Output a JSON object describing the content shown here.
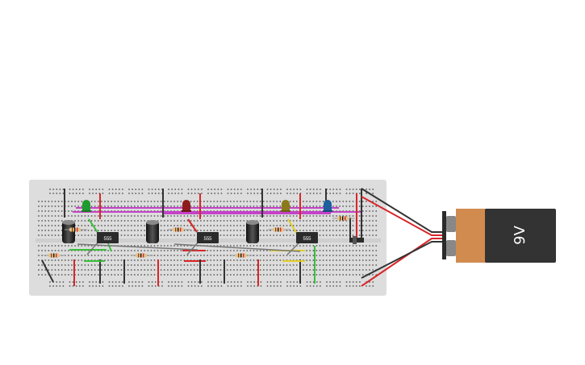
{
  "battery": {
    "label": "9V",
    "colors": {
      "cap": "#d18b4f",
      "body": "#333333",
      "terminal": "#555555"
    }
  },
  "timers": [
    {
      "label": "555"
    },
    {
      "label": "555"
    },
    {
      "label": "555"
    }
  ],
  "leds": [
    {
      "color": "#1f9a2e",
      "name": "green"
    },
    {
      "color": "#8e1c1c",
      "name": "red"
    },
    {
      "color": "#8a7a1a",
      "name": "yellow"
    },
    {
      "color": "#1e5f9e",
      "name": "blue"
    }
  ],
  "wire_colors": {
    "red": "#d8262a",
    "black": "#333333",
    "green": "#3bbf3b",
    "yellow": "#e2cf2a",
    "magenta": "#c442c8",
    "gray": "#777777"
  },
  "breadboard": {
    "color": "#dddddd",
    "hole_color": "#555555"
  }
}
